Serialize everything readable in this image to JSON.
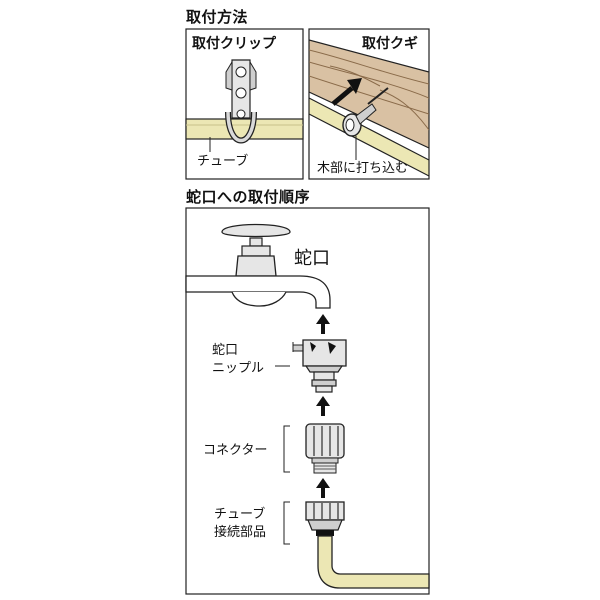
{
  "section1": {
    "title": "取付方法",
    "clip_panel": {
      "title": "取付クリップ",
      "label_tube": "チューブ"
    },
    "nail_panel": {
      "title": "取付クギ",
      "label_wood": "木部に打ち込む"
    }
  },
  "section2": {
    "title": "蛇口への取付順序",
    "labels": {
      "faucet": "蛇口",
      "nipple_line1": "蛇口",
      "nipple_line2": "ニップル",
      "connector": "コネクター",
      "tube_line1": "チューブ",
      "tube_line2": "接続部品"
    }
  },
  "colors": {
    "tube": "#ece7b4",
    "wood": "#d9c1a3",
    "metal": "#d9d9d9",
    "line": "#222222"
  }
}
